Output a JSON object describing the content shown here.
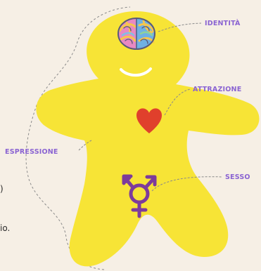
{
  "labels": {
    "identita": "IDENTITÀ",
    "attrazione": "ATTRAZIONE",
    "espressione": "ESPRESSIONE",
    "sesso": "SESSO"
  },
  "partial_text": {
    "line_1": ")",
    "line_2": "io."
  },
  "colors": {
    "background": "#f6efe5",
    "body": "#f7e436",
    "label": "#8a63d2",
    "heart": "#e0402c",
    "symbol": "#7d3b9b",
    "dashed_line": "#8a8a8a"
  },
  "icons": {
    "brain": "brain-icon",
    "heart": "heart-icon",
    "gender_symbol": "transgender-symbol-icon",
    "smile": "smile-icon"
  }
}
